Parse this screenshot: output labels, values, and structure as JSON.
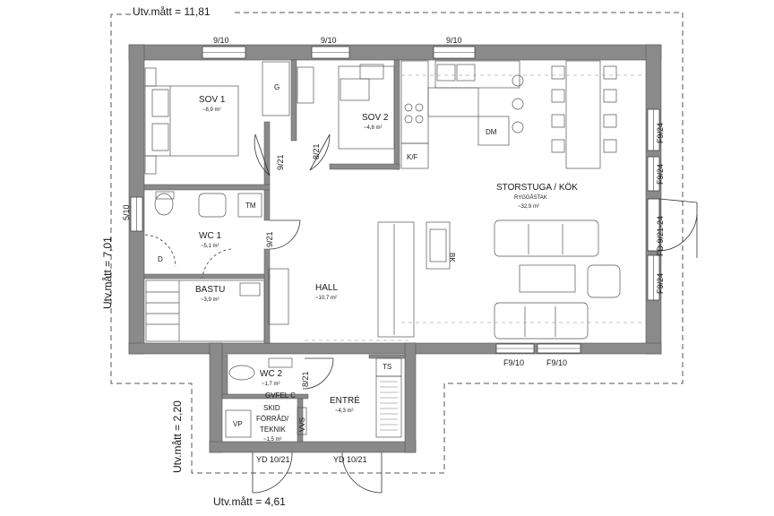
{
  "dimensions": {
    "top": "Utv.mått = 11,81",
    "left": "Utv.mått = 7,01",
    "lower_left": "Utv.mått = 2,20",
    "bottom": "Utv.mått = 4,61"
  },
  "rooms": {
    "sov1": {
      "name": "SOV 1",
      "area": "~8,9 m²"
    },
    "sov2": {
      "name": "SOV 2",
      "area": "~4,8 m²"
    },
    "storstuga": {
      "name": "STORSTUGA / KÖK",
      "sub": "RYGGÅSTAK",
      "area": "~32,9 m²"
    },
    "wc1": {
      "name": "WC 1",
      "area": "~5,1 m²"
    },
    "bastu": {
      "name": "BASTU",
      "area": "~3,9 m²"
    },
    "hall": {
      "name": "HALL",
      "area": "~10,7 m²"
    },
    "wc2": {
      "name": "WC 2",
      "area": "~1,7 m²"
    },
    "entre": {
      "name": "ENTRÉ",
      "area": "~4,3 m²"
    },
    "skid": {
      "line1": "SKID",
      "line2": "FÖRRÅD/",
      "line3": "TEKNIK",
      "area": "~1,5 m²"
    }
  },
  "tags": {
    "g": "G",
    "dm": "DM",
    "kf": "K/F",
    "tm": "TM",
    "d": "D",
    "bk": "BK",
    "ts": "TS",
    "vp": "VP",
    "vvs": "VVS",
    "gvfel": "GVFEL C"
  },
  "openings": {
    "w_top1": "9/10",
    "w_top2": "9/10",
    "w_top3": "9/10",
    "w_left": "5/10",
    "door_sov1": "9/21",
    "door_sov2": "8/21",
    "door_wc1": "9/21",
    "door_wc2": "8/21",
    "w_right1": "F9/24",
    "w_right2": "F9/24",
    "fd_right": "FD 9/21-24",
    "w_right3": "F9/24",
    "w_bot1": "F9/10",
    "w_bot2": "F9/10",
    "yd1": "YD 10/21",
    "yd2": "YD 10/21"
  }
}
